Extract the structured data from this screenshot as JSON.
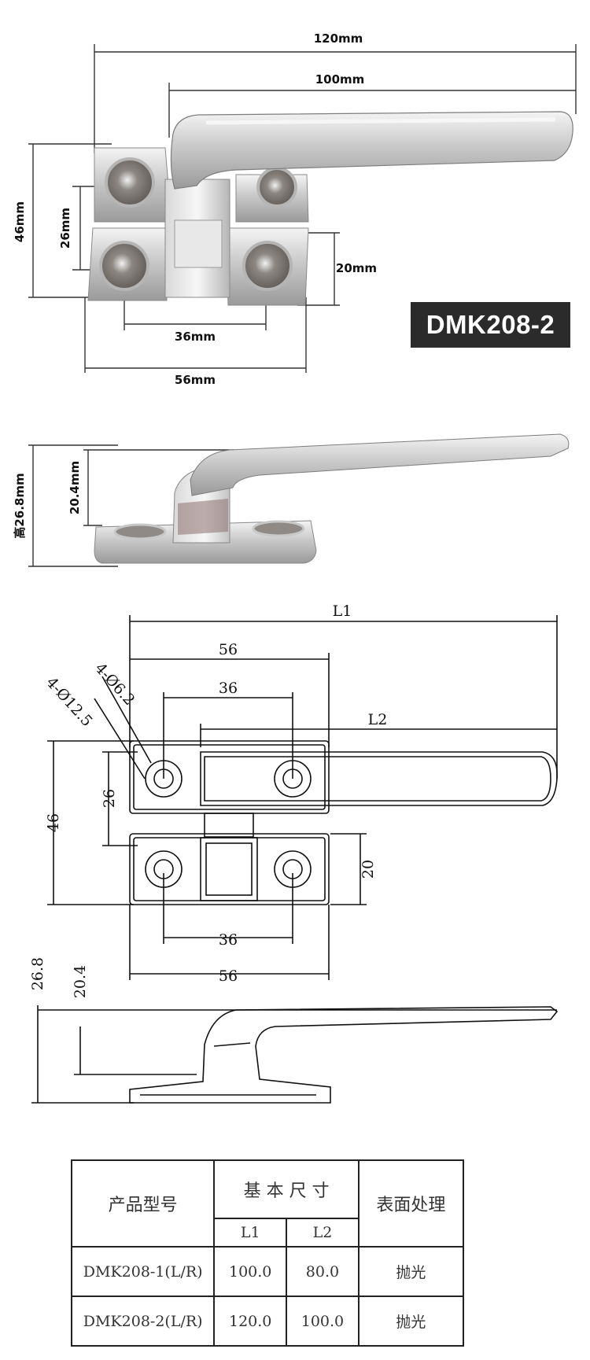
{
  "top_photo": {
    "dims": {
      "overall_length": "120mm",
      "handle_length": "100mm",
      "base_height": "46mm",
      "hole_pitch_vertical": "26mm",
      "lower_block_height": "20mm",
      "hole_pitch_horizontal": "36mm",
      "base_width": "56mm"
    },
    "model_badge": "DMK208-2"
  },
  "side_photo": {
    "dims": {
      "total_height": "高26.8mm",
      "handle_height": "20.4mm"
    }
  },
  "drawing": {
    "dims": {
      "L1": "L1",
      "L2": "L2",
      "width_56_top": "56",
      "pitch_36_top": "36",
      "small_hole": "4-Ø6.2",
      "large_hole": "4-Ø12.5",
      "height_46": "46",
      "pitch_26": "26",
      "block_20": "20",
      "pitch_36_bottom": "36",
      "width_56_bottom": "56",
      "side_26_8": "26.8",
      "side_20_4": "20.4"
    }
  },
  "spec_table": {
    "col_model": "产品型号",
    "col_dims": "基 本 尺 寸",
    "col_finish": "表面处理",
    "sub_L1": "L1",
    "sub_L2": "L2",
    "rows": [
      {
        "model": "DMK208-1(L/R)",
        "L1": "100.0",
        "L2": "80.0",
        "finish": "抛光"
      },
      {
        "model": "DMK208-2(L/R)",
        "L1": "120.0",
        "L2": "100.0",
        "finish": "抛光"
      }
    ]
  }
}
